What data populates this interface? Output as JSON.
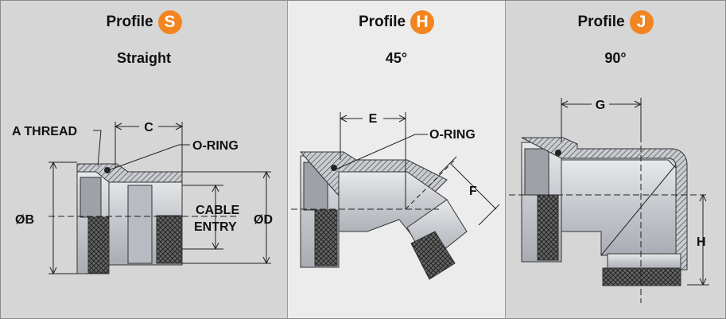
{
  "panels": [
    {
      "profile_label": "Profile",
      "badge_letter": "S",
      "subtitle": "Straight",
      "callouts": {
        "thread": "A THREAD",
        "c": "C",
        "oring": "O-RING",
        "b": "ØB",
        "cable1": "CABLE",
        "cable2": "ENTRY",
        "d": "ØD"
      }
    },
    {
      "profile_label": "Profile",
      "badge_letter": "H",
      "subtitle": "45°",
      "callouts": {
        "e": "E",
        "oring": "O-RING",
        "f": "F"
      }
    },
    {
      "profile_label": "Profile",
      "badge_letter": "J",
      "subtitle": "90°",
      "callouts": {
        "g": "G",
        "h": "H"
      }
    }
  ],
  "colors": {
    "badge": "#f2851f",
    "panel_dark": "#d6d6d7",
    "panel_light": "#ececec",
    "metal": "#c9ccd1"
  }
}
